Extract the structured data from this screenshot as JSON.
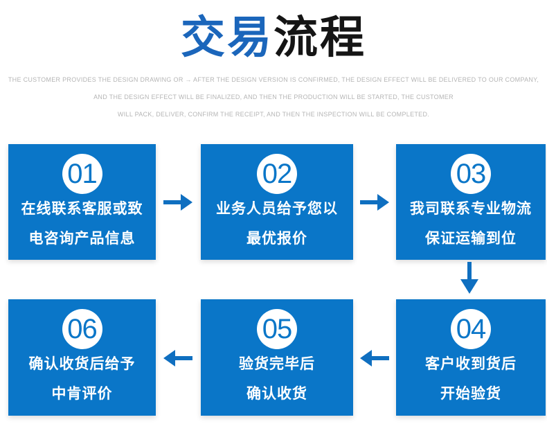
{
  "title": {
    "highlight": "交易",
    "rest": "流程"
  },
  "subtitle": {
    "line1": "THE CUSTOMER PROVIDES THE DESIGN DRAWING OR → AFTER THE DESIGN VERSION IS CONFIRMED, THE DESIGN EFFECT WILL BE DELIVERED TO OUR COMPANY,",
    "line2": "AND THE DESIGN EFFECT WILL BE FINALIZED, AND THEN THE PRODUCTION WILL BE STARTED, THE CUSTOMER",
    "line3": "WILL PACK, DELIVER, CONFIRM THE RECEIPT, AND THEN THE INSPECTION WILL BE COMPLETED."
  },
  "steps": [
    {
      "number": "01",
      "line1": "在线联系客服或致",
      "line2": "电咨询产品信息"
    },
    {
      "number": "02",
      "line1": "业务人员给予您以",
      "line2": "最优报价"
    },
    {
      "number": "03",
      "line1": "我司联系专业物流",
      "line2": "保证运输到位"
    },
    {
      "number": "04",
      "line1": "客户收到货后",
      "line2": "开始验货"
    },
    {
      "number": "05",
      "line1": "验货完毕后",
      "line2": "确认收货"
    },
    {
      "number": "06",
      "line1": "确认收货后给予",
      "line2": "中肯评价"
    }
  ],
  "colors": {
    "box_blue": "#0a76c8",
    "title_blue": "#1b66bb",
    "title_black": "#151515",
    "arrow_blue": "#0f6fc0",
    "subtitle_gray": "#b5b5b5"
  }
}
